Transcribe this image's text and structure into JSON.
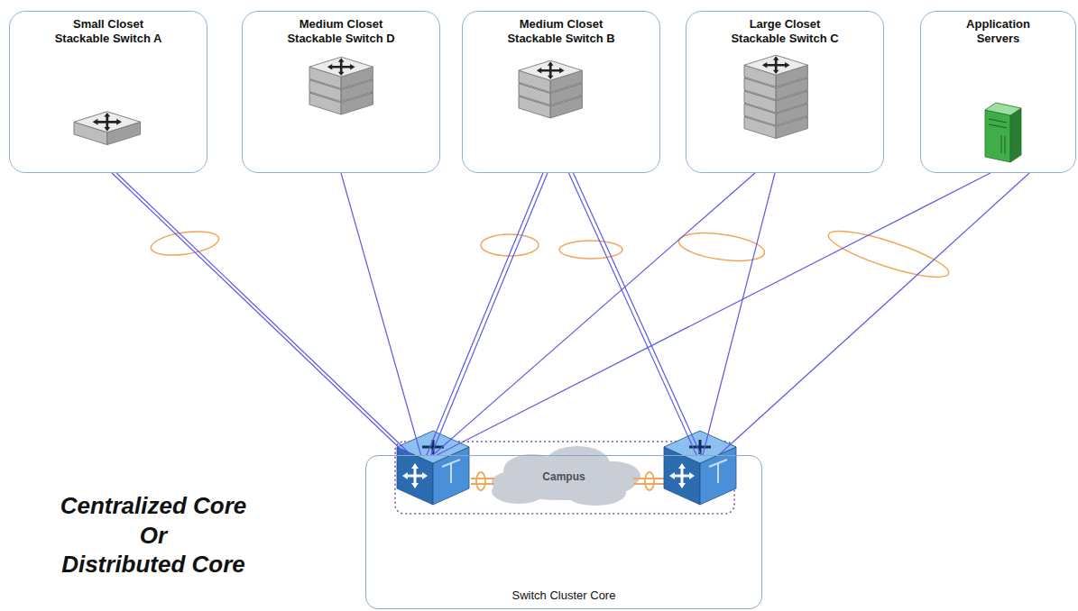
{
  "diagram": {
    "nodes": [
      {
        "text": [
          "Small Closet Stackable Switch A"
        ]
      },
      {
        "text": [
          "Medium Closet Stackable Switch D"
        ]
      },
      {
        "text": [
          "Medium Closet Stackable Switch B"
        ]
      },
      {
        "text": [
          "Large Closet Stackable Switch C"
        ]
      },
      {
        "text": [
          "Application Servers"
        ]
      },
      {
        "text": [
          "Switch Cluster Core"
        ]
      }
    ],
    "edges": [
      {
        "from": 0,
        "to": 5,
        "arrow": "none"
      },
      {
        "from": 1,
        "to": 5,
        "arrow": "none"
      },
      {
        "from": 2,
        "to": 5,
        "arrow": "none"
      },
      {
        "from": 2,
        "to": 5,
        "arrow": "none"
      },
      {
        "from": 3,
        "to": 5,
        "arrow": "none"
      },
      {
        "from": 3,
        "to": 5,
        "arrow": "none"
      },
      {
        "from": 4,
        "to": 5,
        "arrow": "none"
      },
      {
        "from": 4,
        "to": 5,
        "arrow": "none"
      }
    ],
    "labels": [
      "Centralized Core Or Distributed Core",
      "Campus"
    ]
  }
}
